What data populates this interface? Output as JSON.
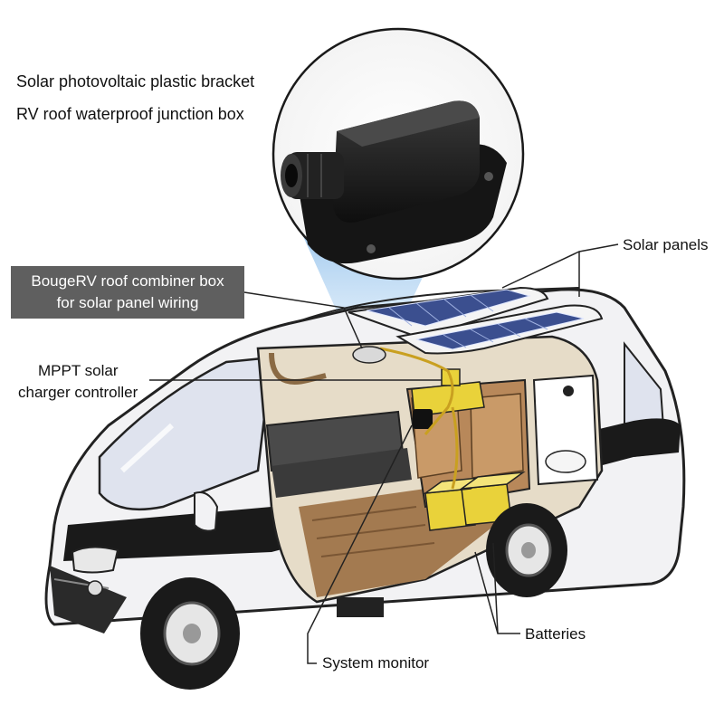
{
  "title": {
    "line1": "Solar photovoltaic plastic bracket",
    "line2": "RV roof waterproof junction box"
  },
  "callouts": {
    "combiner_line1": "BougeRV roof combiner box",
    "combiner_line2": "for solar panel wiring",
    "mppt_line1": "MPPT solar",
    "mppt_line2": "charger controller",
    "solar_panels": "Solar panels",
    "batteries": "Batteries",
    "system_monitor": "System monitor"
  },
  "colors": {
    "van_body": "#f2f2f4",
    "stripe": "#1a1a1a",
    "interior_wood": "#b8885a",
    "battery_yellow": "#e9d23a",
    "panel_blue": "#3b4f8f",
    "beam_blue": "#7fb6e8",
    "callout_box": "#5f5f5f"
  }
}
